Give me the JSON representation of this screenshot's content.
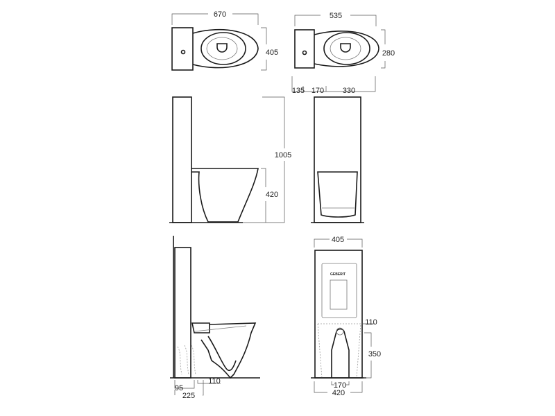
{
  "title": "Close-coupled WC technical drawing",
  "brand_mark": "GEBERIT",
  "dimensions": {
    "top_width": "670",
    "top_depth": "405",
    "top2_width": "535",
    "top2_depth": "280",
    "top2_seg1": "135",
    "top2_seg2": "170",
    "top2_seg3": "330",
    "total_height": "1005",
    "seat_height": "420",
    "frame_width": "405",
    "outlet_offset": "110",
    "inlet_height": "350",
    "outlet_width": "170",
    "base_width": "420",
    "side_wall_95": "95",
    "side_wall_225": "225",
    "side_110": "110"
  }
}
